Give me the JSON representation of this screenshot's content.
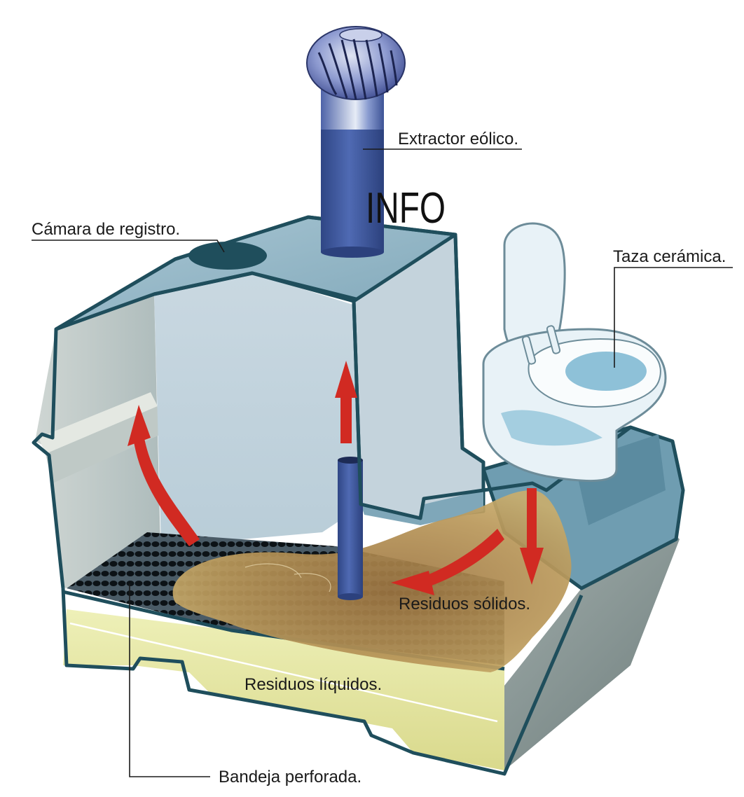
{
  "labels": {
    "extractor": "Extractor eólico.",
    "info": "INFO",
    "camara": "Cámara de registro.",
    "taza": "Taza cerámica.",
    "solidos": "Residuos sólidos.",
    "liquidos": "Residuos líquidos.",
    "bandeja": "Bandeja perforada."
  },
  "colors": {
    "tank": "#9fc0cf",
    "tank_dark": "#5f8da1",
    "outline": "#1f4e5c",
    "pipe": "#3f5a9e",
    "arrow": "#d12a22",
    "solid_waste": "#b8934e",
    "liquid_waste": "#e9e8a6",
    "tray": "#3a4a55",
    "toilet": "#e8f2f7",
    "water": "#8ec1d8"
  },
  "icons": [
    "wind-turbine-icon",
    "toilet-icon",
    "up-arrow-icon",
    "down-arrow-icon",
    "curved-arrow-icon"
  ]
}
